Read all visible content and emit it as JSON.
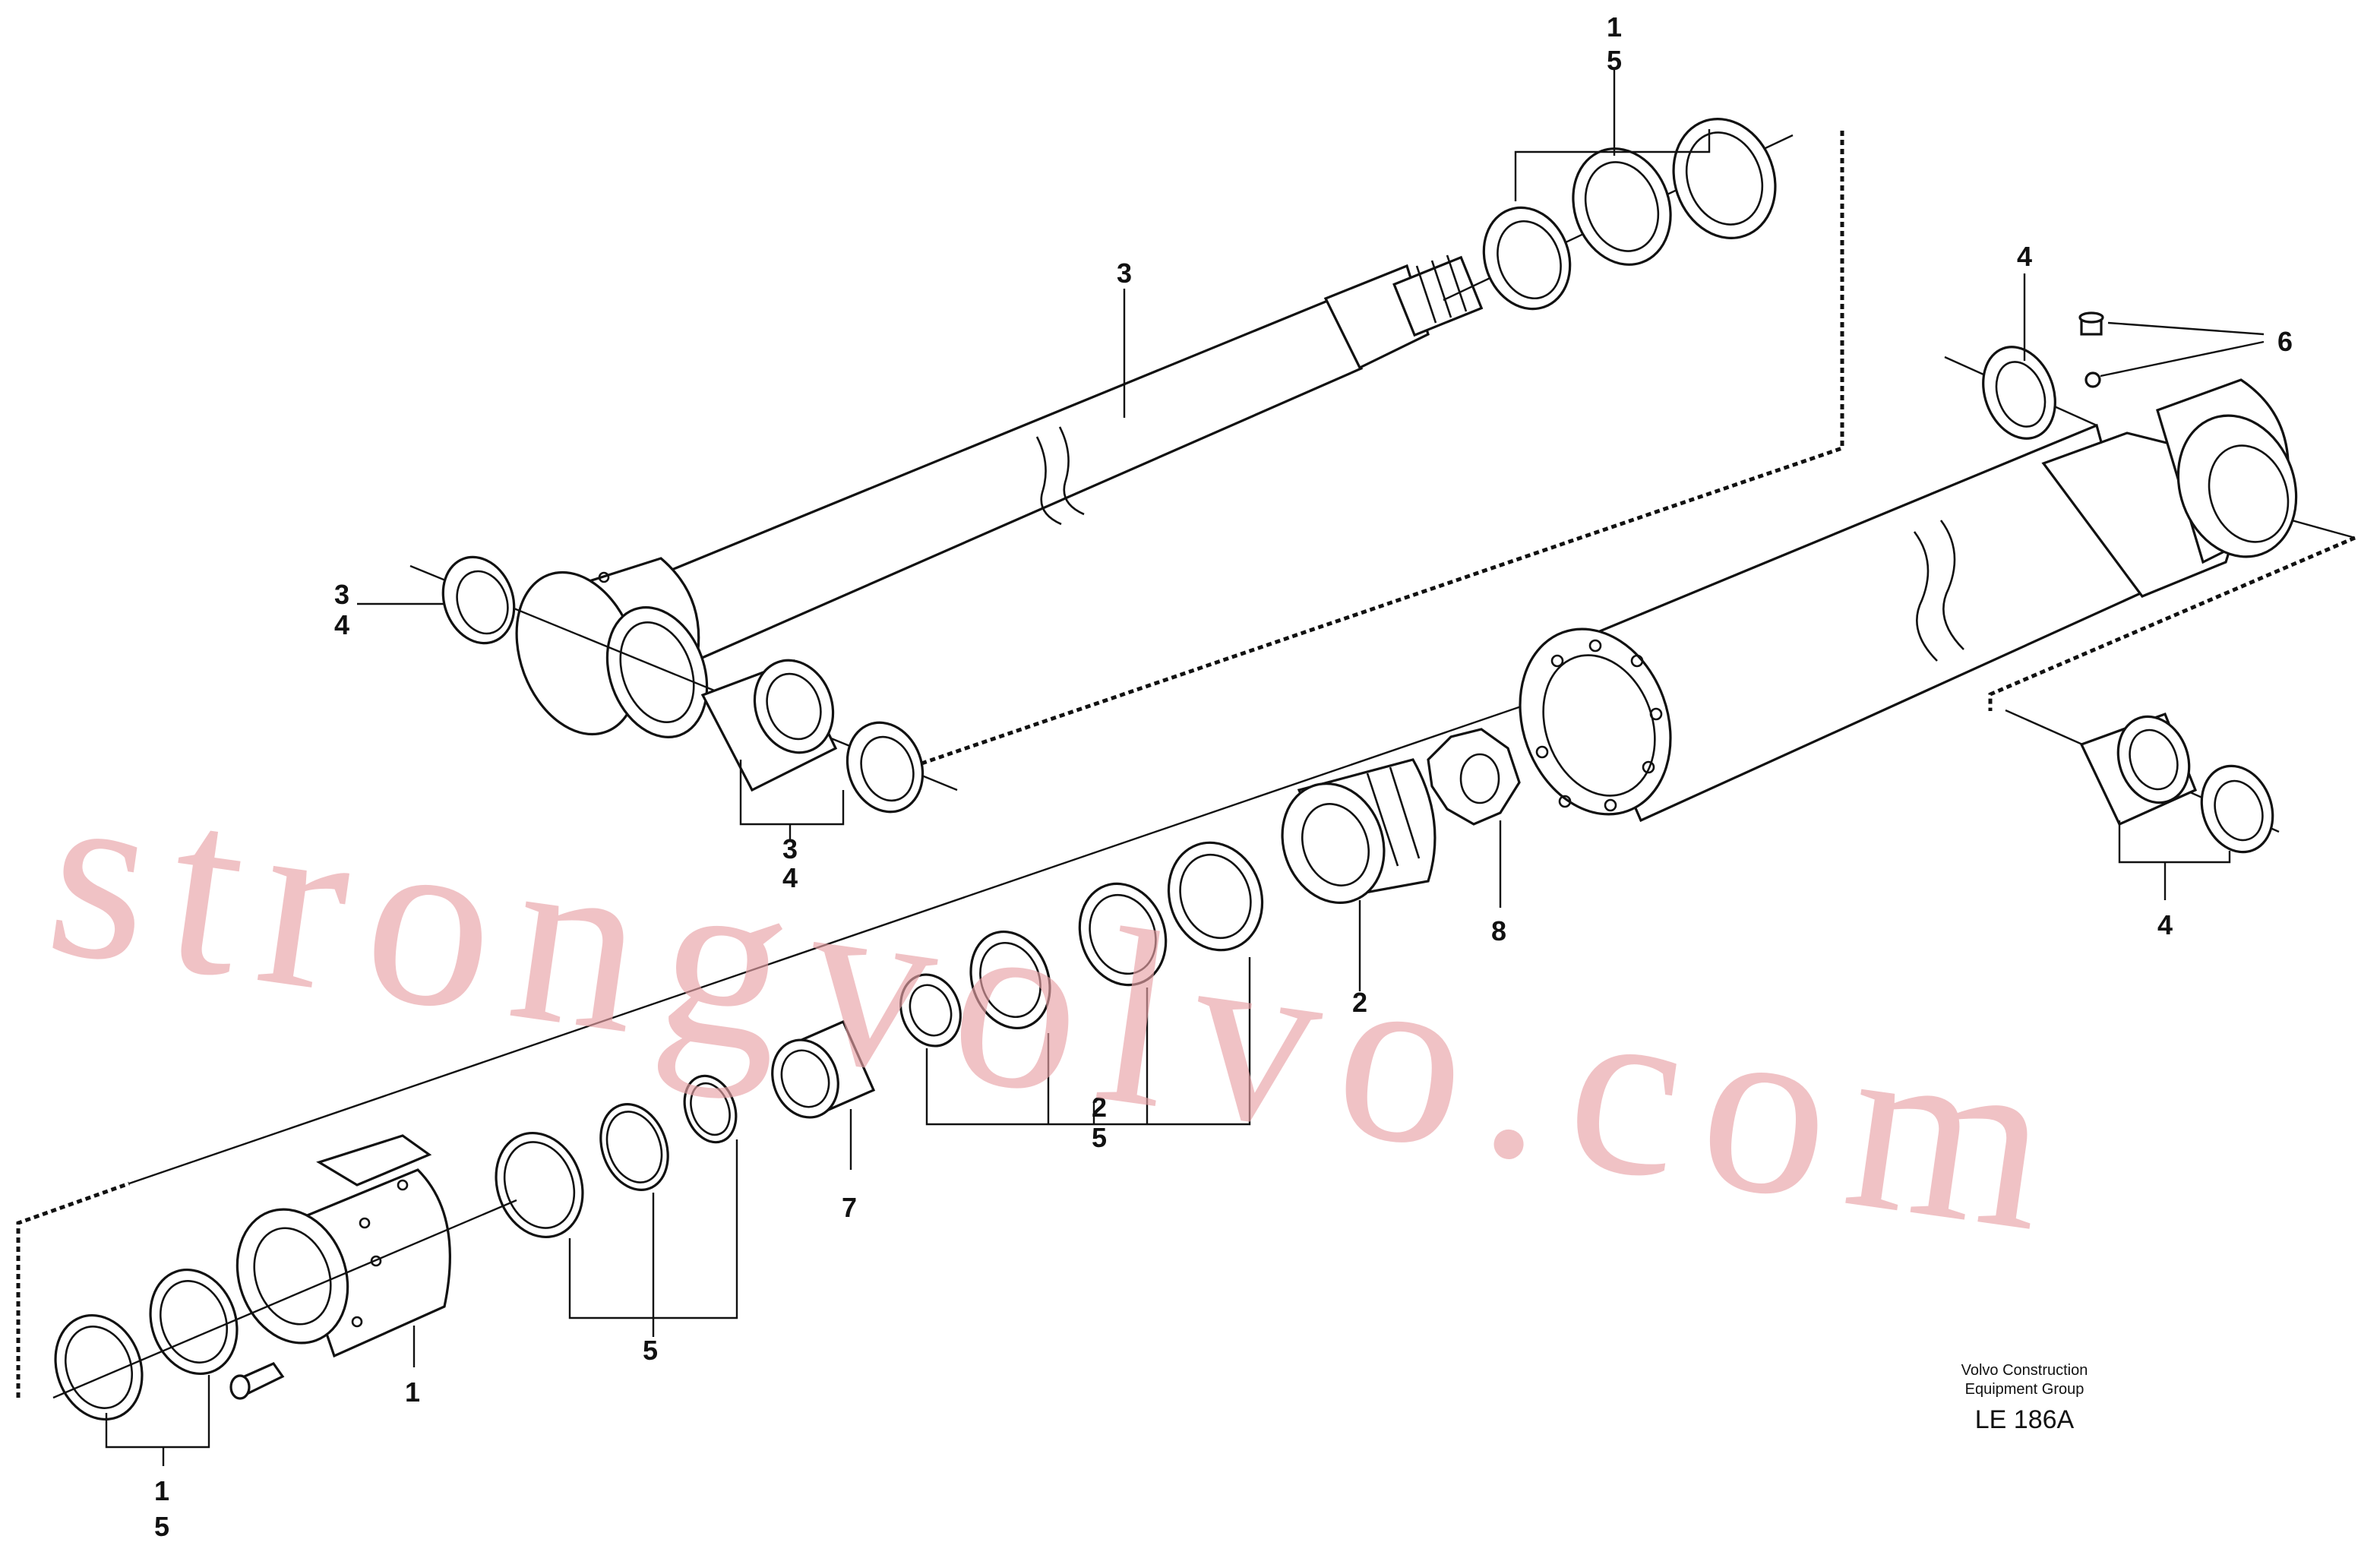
{
  "callouts": [
    {
      "id": "top-1",
      "text": "1"
    },
    {
      "id": "top-5",
      "text": "5"
    },
    {
      "id": "rod-3",
      "text": "3"
    },
    {
      "id": "eye-3",
      "text": "3"
    },
    {
      "id": "eye-4",
      "text": "4"
    },
    {
      "id": "bushing-3",
      "text": "3"
    },
    {
      "id": "bushing-4",
      "text": "4"
    },
    {
      "id": "barrel-seal-4",
      "text": "4"
    },
    {
      "id": "grease-6",
      "text": "6"
    },
    {
      "id": "barrel-bushing-4",
      "text": "4"
    },
    {
      "id": "nut-8",
      "text": "8"
    },
    {
      "id": "piston-2",
      "text": "2"
    },
    {
      "id": "piston-seals-2",
      "text": "2"
    },
    {
      "id": "piston-seals-5",
      "text": "5"
    },
    {
      "id": "guide-7",
      "text": "7"
    },
    {
      "id": "orings-5",
      "text": "5"
    },
    {
      "id": "head-1",
      "text": "1"
    },
    {
      "id": "head-seals-1",
      "text": "1"
    },
    {
      "id": "head-seals-5",
      "text": "5"
    }
  ],
  "credit": {
    "line1": "Volvo Construction",
    "line2": "Equipment Group"
  },
  "figure_ref": "LE 186A",
  "watermark": "strongvolvo.com"
}
